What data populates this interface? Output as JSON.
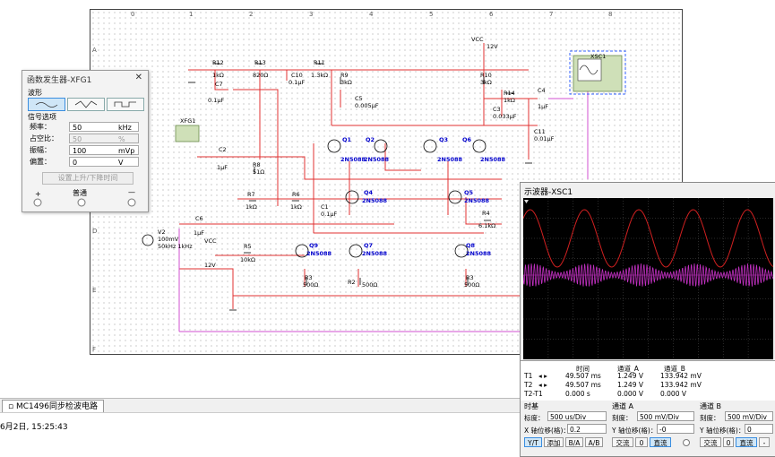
{
  "schematic": {
    "ruler_top": [
      "0",
      "1",
      "2",
      "3",
      "4",
      "5",
      "6",
      "7",
      "8"
    ],
    "ruler_left": [
      "A",
      "B",
      "C",
      "D",
      "E",
      "F"
    ],
    "components": {
      "vcc_top": "VCC",
      "vcc_top_v": "12V",
      "r12": "R12",
      "r12v": "1kΩ",
      "r13": "R13",
      "r13v": "820Ω",
      "c10": "C10",
      "c10v": "0.1µF",
      "r11": "R11",
      "r11v": "1.3kΩ",
      "r9": "R9",
      "r9v": "3kΩ",
      "r10": "R10",
      "r10v": "3kΩ",
      "c7": "C7",
      "c7v": "0.1µF",
      "c5": "C5",
      "c5v": "0.005µF",
      "r14": "R14",
      "r14v": "1kΩ",
      "c4": "C4",
      "c4v": "1µF",
      "c3": "C3",
      "c3v": "0.033µF",
      "c11": "C11",
      "c11v": "0.01µF",
      "xfg1": "XFG1",
      "c2": "C2",
      "c2v": "1µF",
      "r8": "R8",
      "r8v": "51Ω",
      "q1": "Q1",
      "q2": "Q2",
      "q3": "Q3",
      "q6": "Q6",
      "q4": "Q4",
      "q5": "Q5",
      "q7": "Q7",
      "q8": "Q8",
      "q9": "Q9",
      "npn": "2N5088",
      "r7": "R7",
      "r7v": "1kΩ",
      "r6": "R6",
      "r6v": "1kΩ",
      "c1": "C1",
      "c1v": "0.1µF",
      "r4": "R4",
      "r4v": "6.1kΩ",
      "v2": "V2",
      "v2a": "100mV",
      "v2b": "50kHz 1kHz",
      "c6": "C6",
      "c6v": "1µF",
      "vcc2": "VCC",
      "vcc2v": "12V",
      "r5": "R5",
      "r5v": "10kΩ",
      "r3a": "R3",
      "r3av": "500Ω",
      "r2": "R2",
      "r2v": "500Ω",
      "r3b": "R3",
      "r3bv": "500Ω",
      "xsc1": "XSC1"
    }
  },
  "bottom": {
    "tab": "MC1496同步检波电路",
    "status": "6月2日, 15:25:43"
  },
  "function_generator": {
    "title": "函数发生器-XFG1",
    "close": "✕",
    "waveform_label": "波形",
    "signal_label": "信号选项",
    "fields": [
      {
        "label": "频率：",
        "value": "50",
        "unit": "kHz",
        "disabled": false
      },
      {
        "label": "占空比：",
        "value": "50",
        "unit": "%",
        "disabled": true
      },
      {
        "label": "振幅：",
        "value": "100",
        "unit": "mVp",
        "disabled": false
      },
      {
        "label": "偏置：",
        "value": "0",
        "unit": "V",
        "disabled": false
      }
    ],
    "set_button": "设置上升/下降时间",
    "plus": "+",
    "common": "普通",
    "minus": "—"
  },
  "oscilloscope": {
    "title": "示波器-XSC1",
    "headers": [
      "时间",
      "通道_A",
      "通道_B"
    ],
    "rows": [
      {
        "label": "T1",
        "time": "49.507 ms",
        "a": "1.249 V",
        "b": "133.942 mV"
      },
      {
        "label": "T2",
        "time": "49.507 ms",
        "a": "1.249 V",
        "b": "133.942 mV"
      },
      {
        "label": "T2-T1",
        "time": "0.000 s",
        "a": "0.000 V",
        "b": "0.000 V"
      }
    ],
    "timebase": {
      "title": "时基",
      "scale_label": "标度：",
      "scale": "500 us/Div",
      "xpos_label": "X 轴位移(格)：",
      "xpos": "0.2",
      "btn_yt": "Y/T",
      "btn_add": "添加",
      "btn_ba": "B/A",
      "btn_ab": "A/B"
    },
    "channel_a": {
      "title": "通道 A",
      "scale_label": "刻度：",
      "scale": "500 mV/Div",
      "ypos_label": "Y 轴位移(格)：",
      "ypos": "-0",
      "btn_ac": "交流",
      "btn_0": "0",
      "btn_dc": "直流"
    },
    "channel_b": {
      "title": "通道 B",
      "scale_label": "刻度：",
      "scale": "500 mV/Div",
      "ypos_label": "Y 轴位移(格)：",
      "ypos": "0",
      "btn_ac": "交流",
      "btn_0": "0",
      "btn_dc": "直流",
      "btn_minus": "-"
    },
    "colors": {
      "channel_a": "#d02020",
      "channel_b": "#c030c0",
      "screen_bg": "#000000"
    }
  }
}
